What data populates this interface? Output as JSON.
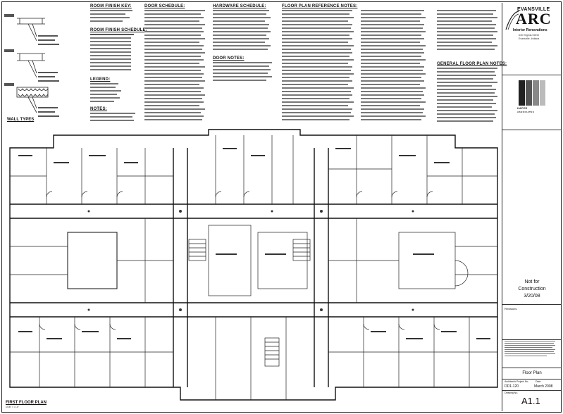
{
  "headers": {
    "room_finish_key": "ROOM FINISH KEY:",
    "room_finish_schedule": "ROOM FINISH SCHEDULE:",
    "legend": "LEGEND:",
    "notes": "NOTES:",
    "door_schedule": "DOOR SCHEDULE:",
    "hardware_schedule": "HARDWARE SCHEDULE:",
    "door_notes": "DOOR NOTES:",
    "floor_plan_reference_notes": "FLOOR PLAN REFERENCE NOTES:",
    "general_floor_plan_notes": "GENERAL FLOOR PLAN NOTES:",
    "wall_types": "WALL TYPES"
  },
  "title_block": {
    "logo_top": "EVANSVILLE",
    "logo_big": "ARC",
    "logo_sub": "Interior Renovations",
    "logo_addr": "615 Virginia Street",
    "logo_addr2": "Evansville, Indiana",
    "firm": "HAFER",
    "firm_sub": "ASSOCIATES",
    "not_for": "Not for",
    "construction": "Construction",
    "date_stamp": "3/20/08",
    "revisions_label": "Revisions",
    "sheet_title": "Floor Plan",
    "project_no_label": "Architect's Project No.",
    "project_no": "DD1-120",
    "date_label": "Date",
    "date": "March 2008",
    "drawing_no_label": "Drawing No.",
    "drawing_no": "A1.1"
  },
  "plan": {
    "title": "FIRST FLOOR PLAN",
    "scale": "1/16\" = 1'-0\""
  }
}
